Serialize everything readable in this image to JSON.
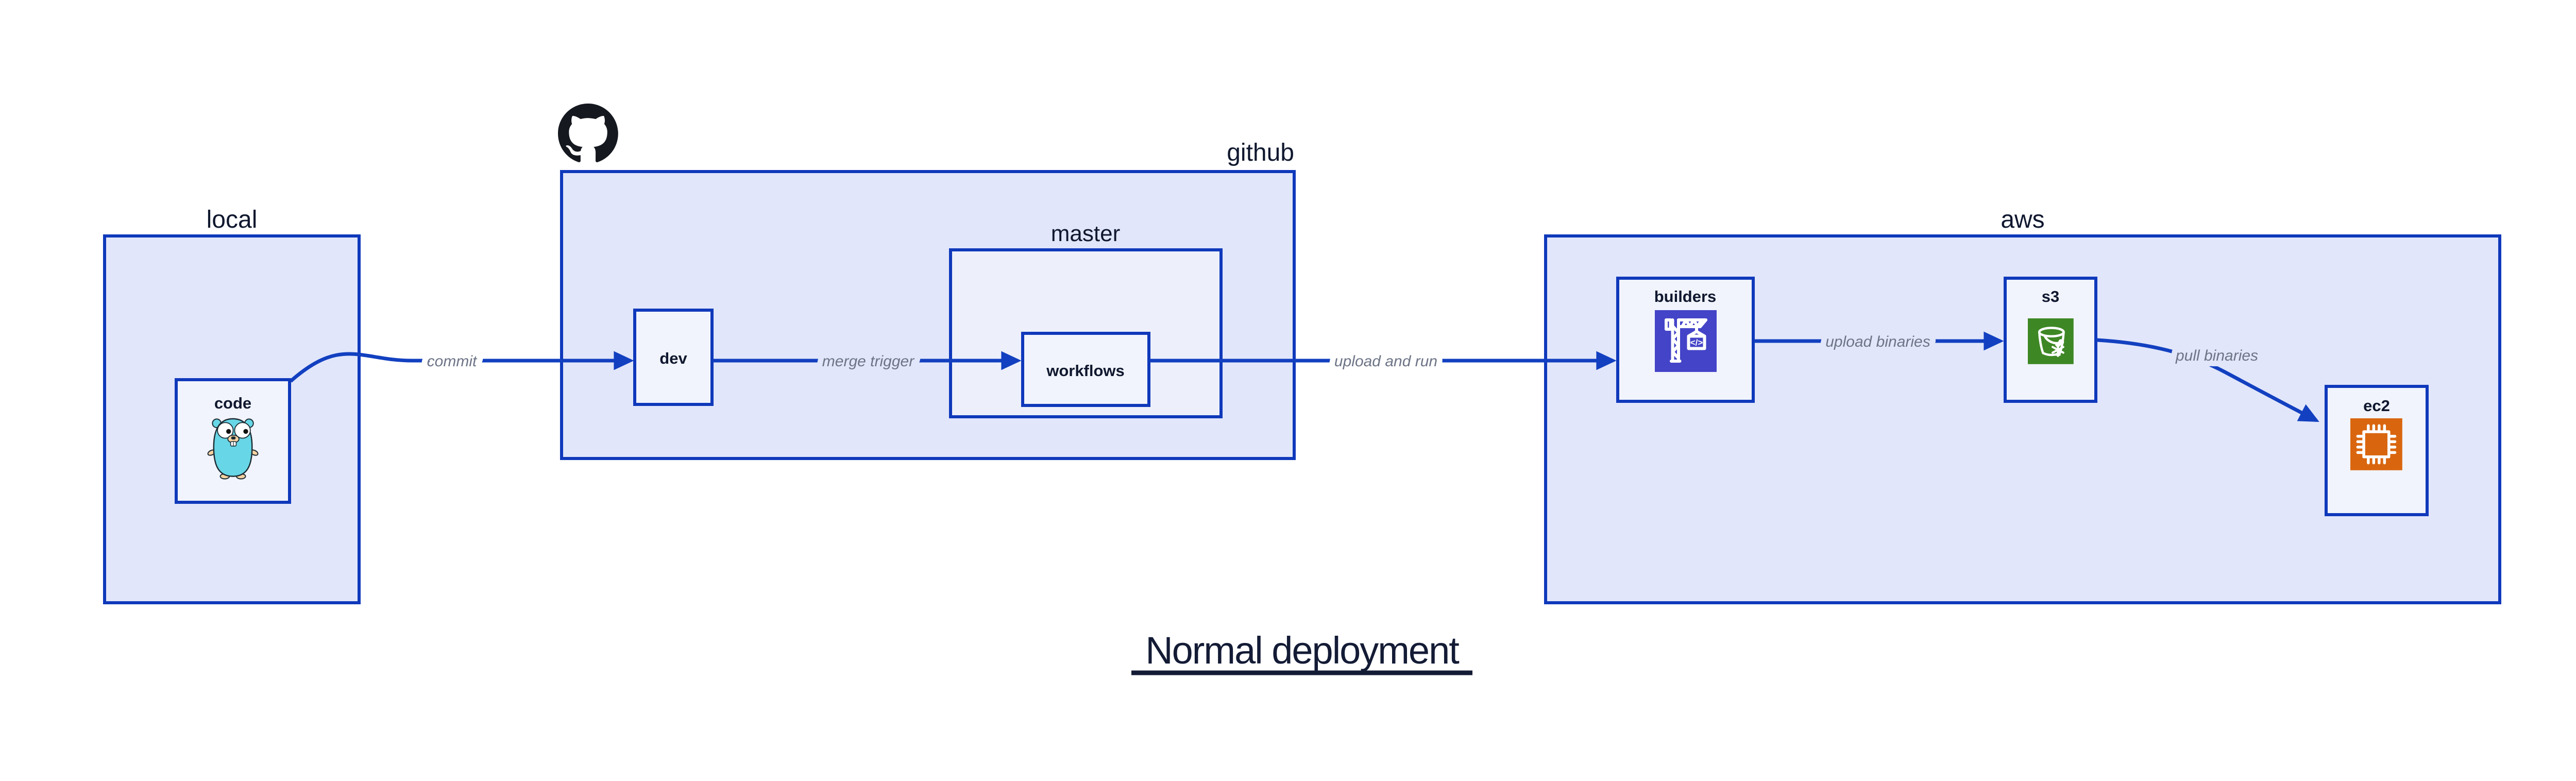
{
  "diagram": {
    "title": "Normal deployment",
    "groups": {
      "local": {
        "label": "local"
      },
      "github": {
        "label": "github",
        "logo_icon": "github-octocat-icon"
      },
      "master": {
        "label": "master"
      },
      "aws": {
        "label": "aws"
      }
    },
    "nodes": {
      "code": {
        "label": "code",
        "icon": "go-gopher-icon"
      },
      "dev": {
        "label": "dev"
      },
      "workflows": {
        "label": "workflows"
      },
      "builders": {
        "label": "builders",
        "icon": "codebuild-crane-icon",
        "icon_glyph": "</>"
      },
      "s3": {
        "label": "s3",
        "icon": "s3-bucket-snowflake-icon"
      },
      "ec2": {
        "label": "ec2",
        "icon": "ec2-chip-icon"
      }
    },
    "edges": {
      "commit": {
        "label": "commit",
        "from": "code",
        "to": "dev"
      },
      "merge_trigger": {
        "label": "merge trigger",
        "from": "dev",
        "to": "workflows"
      },
      "upload_and_run": {
        "label": "upload and run",
        "from": "workflows",
        "to": "builders"
      },
      "upload_binaries": {
        "label": "upload binaries",
        "from": "builders",
        "to": "s3"
      },
      "pull_binaries": {
        "label": "pull binaries",
        "from": "s3",
        "to": "ec2"
      }
    },
    "colors": {
      "border_blue": "#0f39bb",
      "arrow_blue": "#1240c0",
      "outer_fill": "#e1e6fa",
      "mid_fill": "#edf0fb",
      "node_fill": "#f1f4fc",
      "label_navy": "#10182f",
      "edge_label_gray": "#6d7486",
      "codebuild_purple": "#4444c8",
      "s3_green": "#3e8725",
      "ec2_orange": "#d9660f",
      "gopher_teal": "#67d6e6",
      "gopher_tan": "#f6d2a2",
      "github_black": "#15181f"
    }
  }
}
